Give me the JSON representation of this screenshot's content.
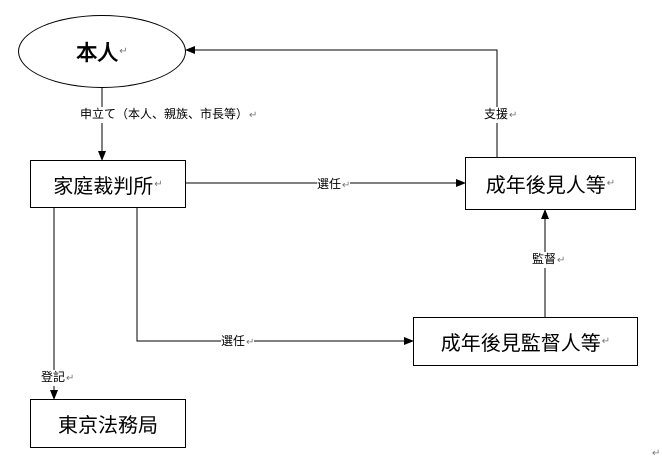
{
  "nodes": {
    "person": "本人",
    "court": "家庭裁判所",
    "guardian": "成年後見人等",
    "supervisor": "成年後見監督人等",
    "bureau": "東京法務局"
  },
  "edges": {
    "petition": "申立て（本人、親族、市長等）",
    "support": "支援",
    "appoint1": "選任",
    "appoint2": "選任",
    "supervise": "監督",
    "register": "登記"
  },
  "marks": {
    "return": "↵"
  }
}
